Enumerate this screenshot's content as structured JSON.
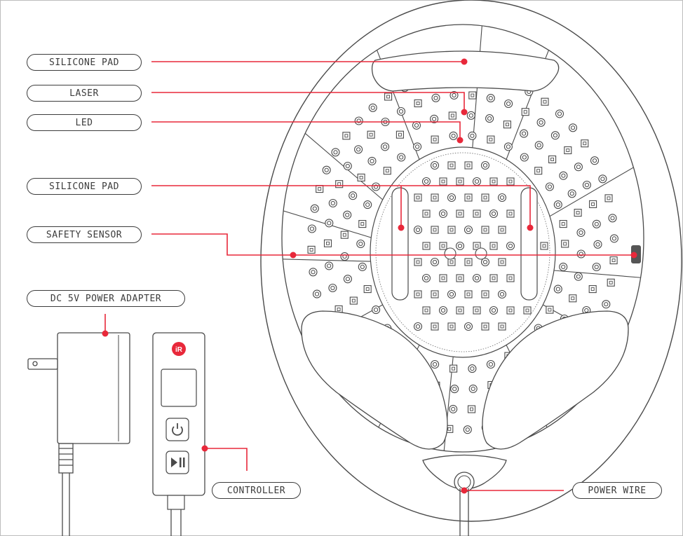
{
  "labels": {
    "silicone_pad_top": "SILICONE PAD",
    "laser": "LASER",
    "led": "LED",
    "silicone_pad_inner": "SILICONE PAD",
    "safety_sensor": "SAFETY SENSOR",
    "power_adapter": "DC 5V POWER ADAPTER",
    "controller": "CONTROLLER",
    "power_wire": "POWER WIRE"
  },
  "controller": {
    "logo": "iR",
    "power_button_icon": "power-icon",
    "play_pause_button_icon": "play-pause-icon"
  },
  "colors": {
    "accent": "#e8283a",
    "line": "#4a4a4a",
    "label_border": "#3c3c3c"
  }
}
